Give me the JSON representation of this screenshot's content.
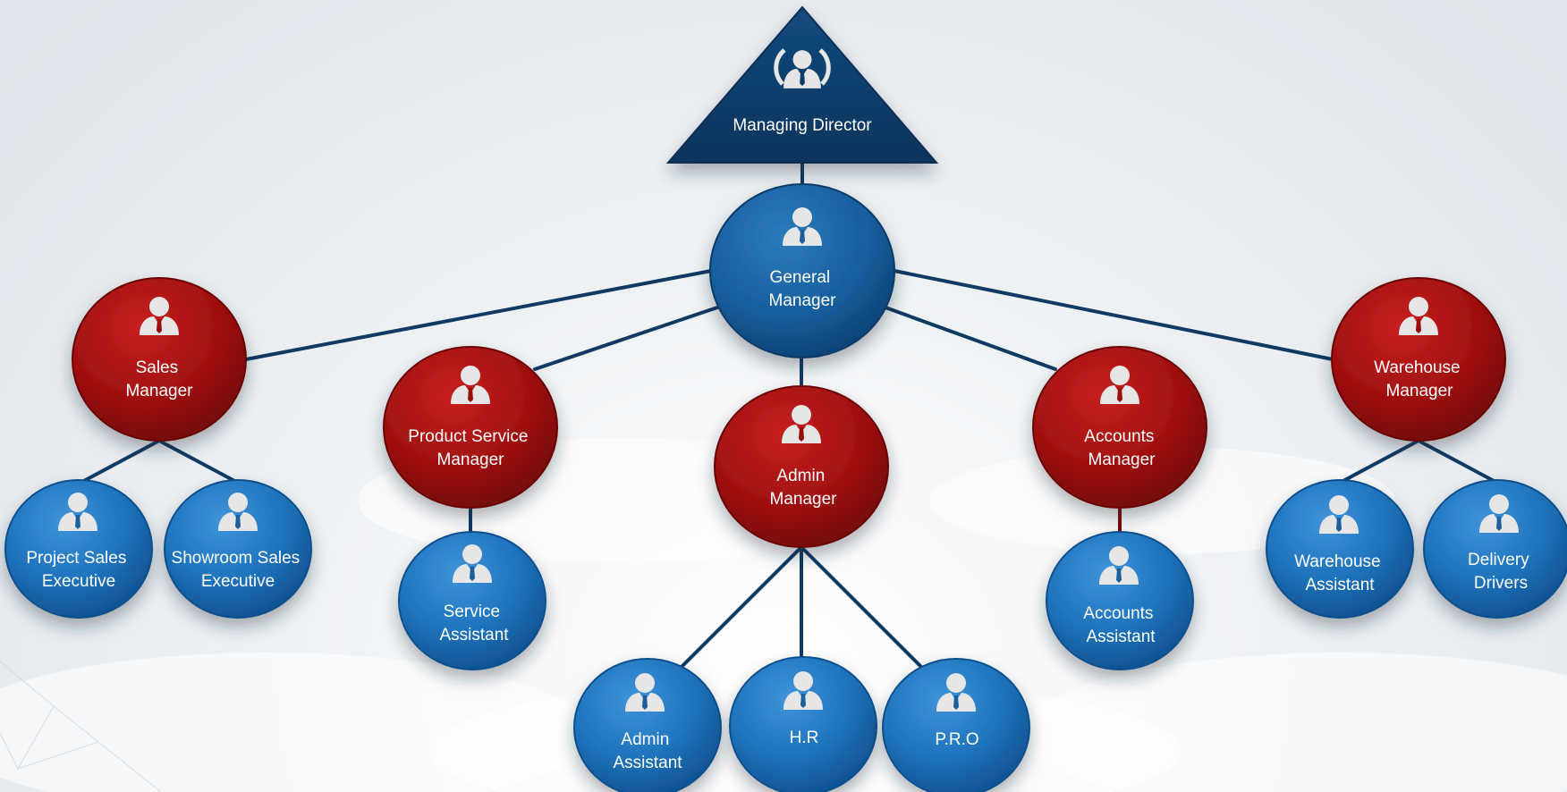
{
  "colors": {
    "director": "#0b3a67",
    "manager_blue": "#155f9f",
    "department_head": "#a11212",
    "staff": "#1f7cc8",
    "connector": "#0f3a63"
  },
  "nodes": {
    "managing_director": {
      "lines": [
        "Managing Director"
      ],
      "icon": "team-leader-icon"
    },
    "general_manager": {
      "lines": [
        "General",
        "Manager"
      ],
      "icon": "person-icon"
    },
    "sales_manager": {
      "lines": [
        "Sales",
        "Manager"
      ],
      "icon": "person-icon"
    },
    "product_service_manager": {
      "lines": [
        "Product Service",
        "Manager"
      ],
      "icon": "person-icon"
    },
    "admin_manager": {
      "lines": [
        "Admin",
        "Manager"
      ],
      "icon": "person-icon"
    },
    "accounts_manager": {
      "lines": [
        "Accounts",
        "Manager"
      ],
      "icon": "person-icon"
    },
    "warehouse_manager": {
      "lines": [
        "Warehouse",
        "Manager"
      ],
      "icon": "person-icon"
    },
    "project_sales_executive": {
      "lines": [
        "Project Sales",
        "Executive"
      ],
      "icon": "person-icon"
    },
    "showroom_sales_executive": {
      "lines": [
        "Showroom Sales",
        "Executive"
      ],
      "icon": "person-icon"
    },
    "service_assistant": {
      "lines": [
        "Service",
        "Assistant"
      ],
      "icon": "person-icon"
    },
    "admin_assistant": {
      "lines": [
        "Admin",
        "Assistant"
      ],
      "icon": "person-icon"
    },
    "hr": {
      "lines": [
        "H.R"
      ],
      "icon": "person-icon"
    },
    "pro": {
      "lines": [
        "P.R.O"
      ],
      "icon": "person-icon"
    },
    "accounts_assistant": {
      "lines": [
        "Accounts",
        "Assistant"
      ],
      "icon": "person-icon"
    },
    "warehouse_assistant": {
      "lines": [
        "Warehouse",
        "Assistant"
      ],
      "icon": "person-icon"
    },
    "delivery_drivers": {
      "lines": [
        "Delivery",
        "Drivers"
      ],
      "icon": "person-icon"
    }
  }
}
